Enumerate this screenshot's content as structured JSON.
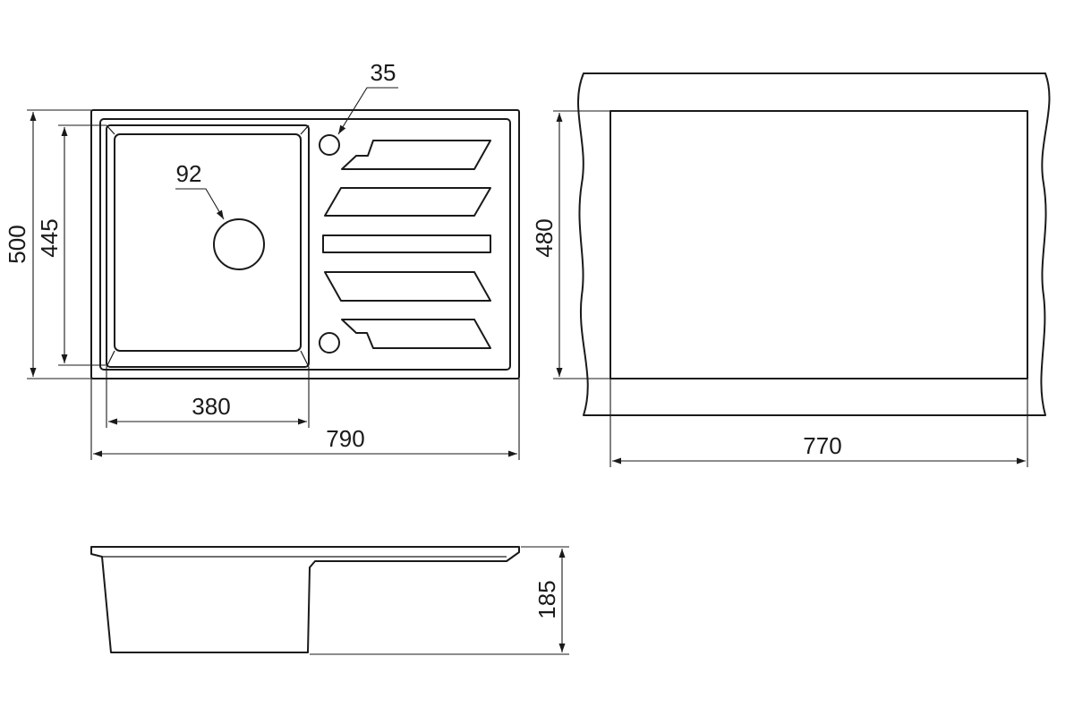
{
  "dimensions": {
    "top_view": {
      "overall_width": "790",
      "overall_depth": "500",
      "bowl_width": "380",
      "bowl_depth": "445",
      "drain_diameter": "92",
      "tap_hole_diameter": "35"
    },
    "cutout_view": {
      "cutout_width": "770",
      "cutout_depth": "480"
    },
    "side_view": {
      "height": "185"
    }
  }
}
